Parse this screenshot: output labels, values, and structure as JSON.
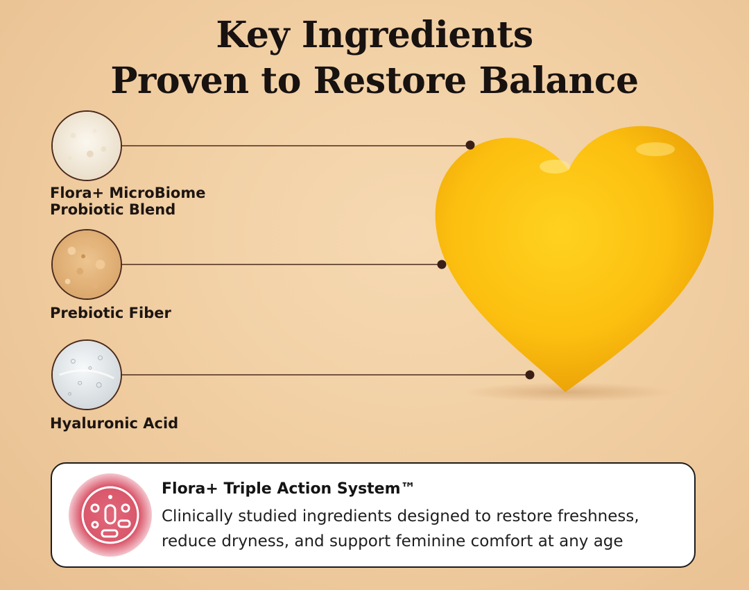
{
  "title": {
    "line1": "Key Ingredients",
    "line2": "Proven to Restore Balance"
  },
  "ingredients": [
    {
      "label_lines": [
        "Flora+ MicroBiome",
        "Probiotic Blend"
      ],
      "icon": "probiotic-powder-icon",
      "color": "#f5ede0"
    },
    {
      "label_lines": [
        "Prebiotic Fiber"
      ],
      "icon": "fiber-powder-icon",
      "color": "#e7b77d"
    },
    {
      "label_lines": [
        "Hyaluronic Acid"
      ],
      "icon": "hyaluronic-gel-icon",
      "color": "#e4e8ea"
    }
  ],
  "product": {
    "icon": "yellow-heart-gummy",
    "color": "#fcc015"
  },
  "callout": {
    "title": "Flora+ Triple Action System™",
    "body_lines": [
      "Clinically studied ingredients designed to restore freshness,",
      "reduce dryness, and support feminine comfort at any age"
    ],
    "icon": "microbiome-badge-icon",
    "accent_color": "#d9566a"
  }
}
